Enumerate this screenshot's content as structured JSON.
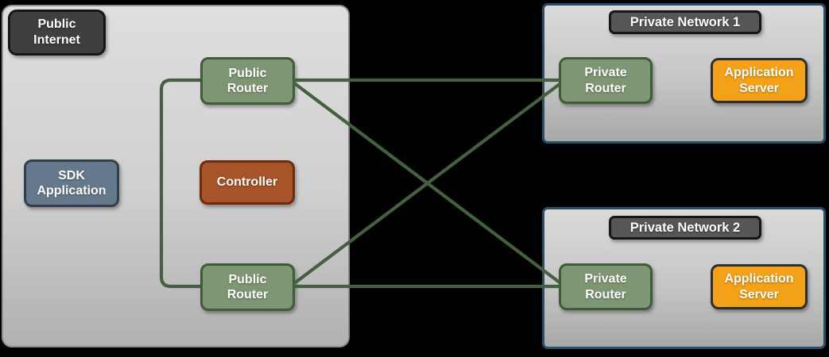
{
  "canvas": {
    "background": "#000000"
  },
  "colors": {
    "line_color": "#45603e",
    "zone_private_border": "#2b4d63",
    "router_fill": "#7e9673",
    "router_border": "#3f5c38",
    "controller_fill": "#a8532a",
    "controller_border": "#6e2c0e",
    "sdk_fill": "#66798c",
    "sdk_border": "#32404e",
    "server_fill": "#f2a118",
    "server_border": "#2e2e2e",
    "badge_dark_fill": "#3f3f3f",
    "badge_gray_fill": "#565656",
    "badge_border": "#161616"
  },
  "public_internet_zone": {
    "title": "Public Internet",
    "sdk_application": "SDK Application",
    "controller": "Controller",
    "public_router_top": "Public Router",
    "public_router_bottom": "Public Router"
  },
  "private_networks": [
    {
      "title": "Private Network 1",
      "private_router": "Private Router",
      "application_server": "Application Server"
    },
    {
      "title": "Private Network 2",
      "private_router": "Private Router",
      "application_server": "Application Server"
    }
  ]
}
